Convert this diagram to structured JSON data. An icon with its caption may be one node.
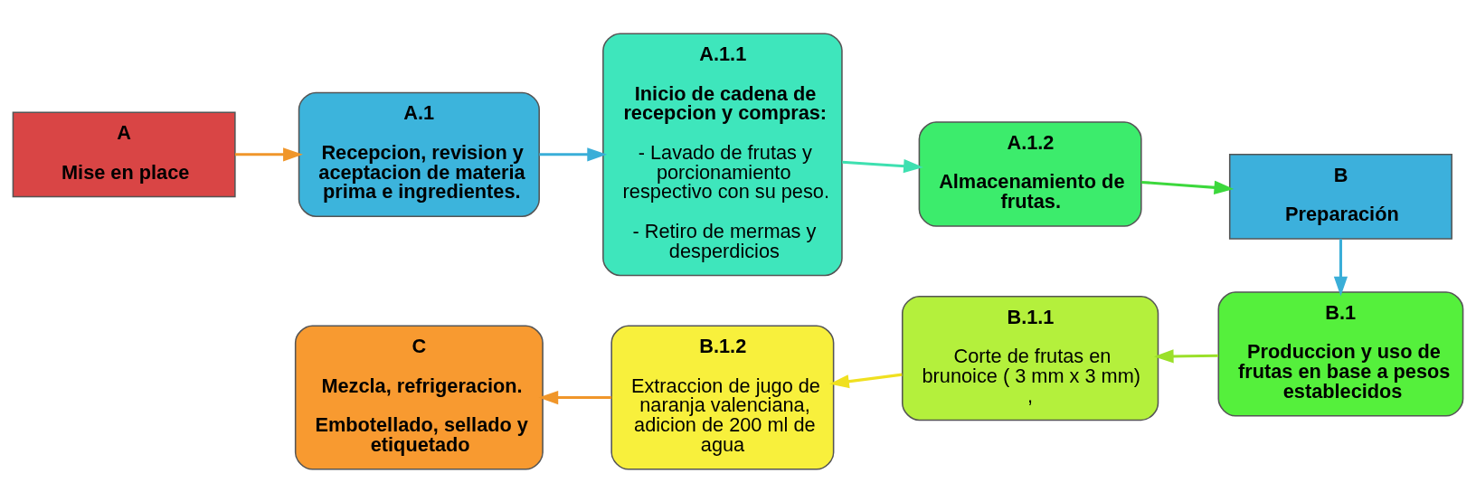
{
  "diagram": {
    "nodes": [
      {
        "text": [
          "A",
          "Mise en place"
        ]
      },
      {
        "text": [
          "A.1",
          "Recepcion, revision y aceptacion de materia prima e ingredientes."
        ]
      },
      {
        "text": [
          "A.1.1",
          "Inicio de cadena de recepcion y compras:",
          "- Lavado de frutas y porcionamiento respectivo con su peso.",
          "- Retiro de mermas y desperdicios"
        ]
      },
      {
        "text": [
          "A.1.2",
          "Almacenamiento de frutas."
        ]
      },
      {
        "text": [
          "B",
          "Preparación"
        ]
      },
      {
        "text": [
          "B.1",
          "Produccion y uso de frutas en base a pesos establecidos"
        ]
      },
      {
        "text": [
          "B.1.1",
          "Corte de frutas en brunoice ( 3 mm x 3 mm) ,"
        ]
      },
      {
        "text": [
          "B.1.2",
          "Extraccion de jugo de naranja valenciana, adicion de 200 ml de agua"
        ]
      },
      {
        "text": [
          "C",
          "Mezcla, refrigeracion.",
          "Embotellado, sellado y etiquetado"
        ]
      }
    ],
    "edges": [
      {
        "from": 0,
        "to": 1,
        "arrow": "to",
        "color": "#f0962a"
      },
      {
        "from": 1,
        "to": 2,
        "arrow": "to",
        "color": "#3aaed8"
      },
      {
        "from": 2,
        "to": 3,
        "arrow": "to",
        "color": "#3ee0b0"
      },
      {
        "from": 3,
        "to": 4,
        "arrow": "to",
        "color": "#3cd83c"
      },
      {
        "from": 4,
        "to": 5,
        "arrow": "to",
        "color": "#3aaed8"
      },
      {
        "from": 5,
        "to": 6,
        "arrow": "to",
        "color": "#9be02a"
      },
      {
        "from": 6,
        "to": 7,
        "arrow": "to",
        "color": "#f0e020"
      },
      {
        "from": 7,
        "to": 8,
        "arrow": "to",
        "color": "#f0962a"
      }
    ]
  }
}
